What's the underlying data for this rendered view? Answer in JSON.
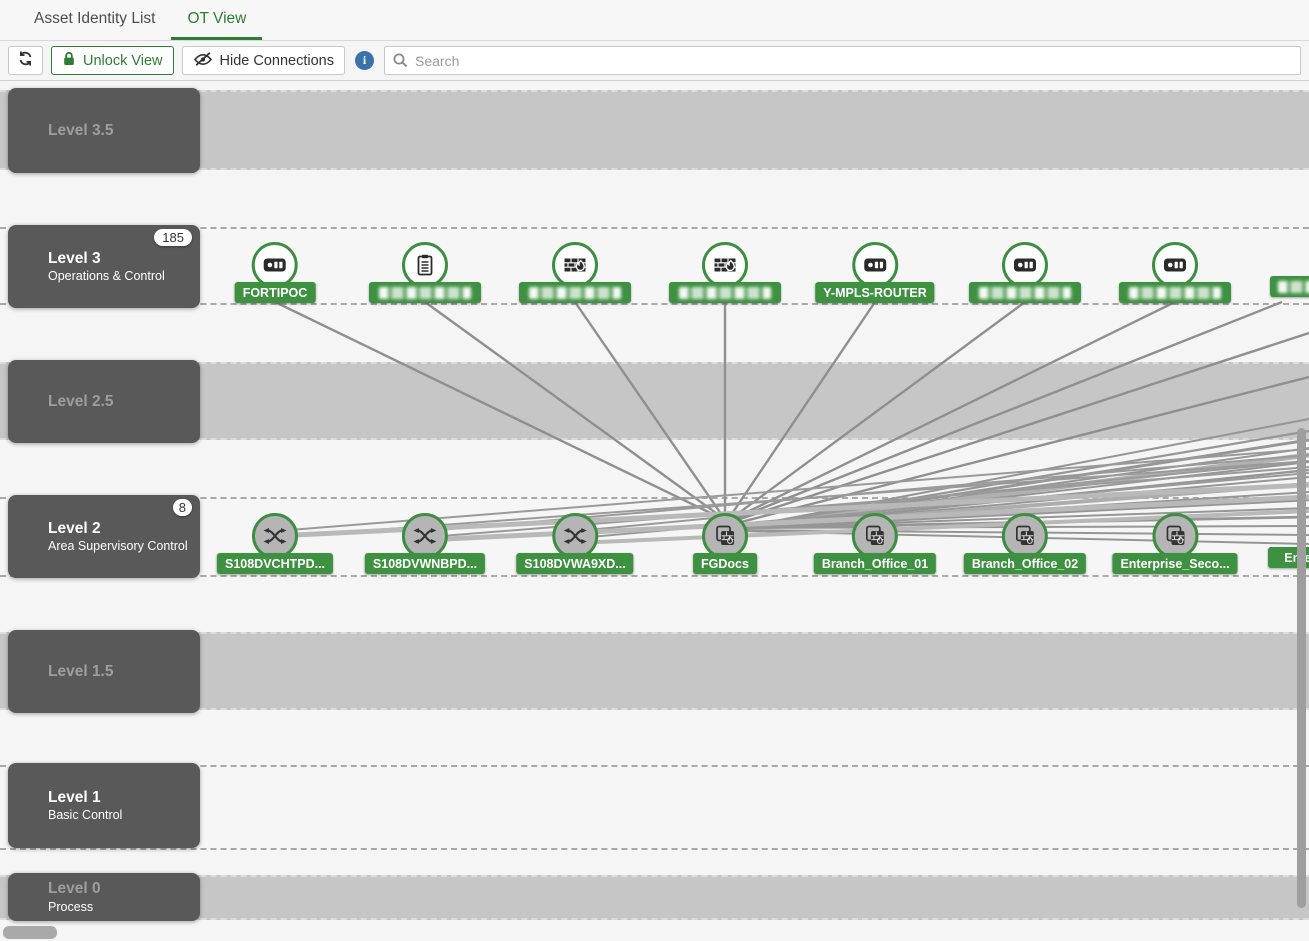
{
  "tabs": {
    "asset_identity": "Asset Identity List",
    "ot_view": "OT View"
  },
  "toolbar": {
    "unlock": "Unlock View",
    "hide_connections": "Hide Connections",
    "search_placeholder": "Search"
  },
  "levels": [
    {
      "title": "Level 3.5",
      "subtitle": "",
      "badge": ""
    },
    {
      "title": "Level 3",
      "subtitle": "Operations & Control",
      "badge": "185"
    },
    {
      "title": "Level 2.5",
      "subtitle": "",
      "badge": ""
    },
    {
      "title": "Level 2",
      "subtitle": "Area Supervisory Control",
      "badge": "8"
    },
    {
      "title": "Level 1.5",
      "subtitle": "",
      "badge": ""
    },
    {
      "title": "Level 1",
      "subtitle": "Basic Control",
      "badge": ""
    },
    {
      "title": "Level 0",
      "subtitle": "Process",
      "badge": ""
    }
  ],
  "level3_devices": [
    {
      "label": "FORTIPOC",
      "icon": "router-icon",
      "redacted": false
    },
    {
      "label": "",
      "icon": "clipboard-icon",
      "redacted": true
    },
    {
      "label": "",
      "icon": "firewall-icon",
      "redacted": true
    },
    {
      "label": "",
      "icon": "firewall-icon",
      "redacted": true
    },
    {
      "label": "Y-MPLS-ROUTER",
      "icon": "router-icon",
      "redacted": false
    },
    {
      "label": "",
      "icon": "router-icon",
      "redacted": true
    },
    {
      "label": "",
      "icon": "router-icon",
      "redacted": true
    },
    {
      "label": "",
      "icon": "",
      "redacted": true
    }
  ],
  "level2_devices": [
    {
      "label": "S108DVCHTPD...",
      "icon": "switch-icon"
    },
    {
      "label": "S108DVWNBPD...",
      "icon": "switch-icon"
    },
    {
      "label": "S108DVWA9XD...",
      "icon": "switch-icon"
    },
    {
      "label": "FGDocs",
      "icon": "firewall-stack-icon"
    },
    {
      "label": "Branch_Office_01",
      "icon": "firewall-stack-icon"
    },
    {
      "label": "Branch_Office_02",
      "icon": "firewall-stack-icon"
    },
    {
      "label": "Enterprise_Seco...",
      "icon": "firewall-stack-icon"
    },
    {
      "label": "Ente...",
      "icon": ""
    }
  ],
  "colors": {
    "accent_green": "#2e7d32",
    "node_green": "#3f9142",
    "info_blue": "#3b73a9",
    "band_gray": "#c6c6c6",
    "level_box_gray": "#595959",
    "connection_line": "#8f8f8f"
  }
}
